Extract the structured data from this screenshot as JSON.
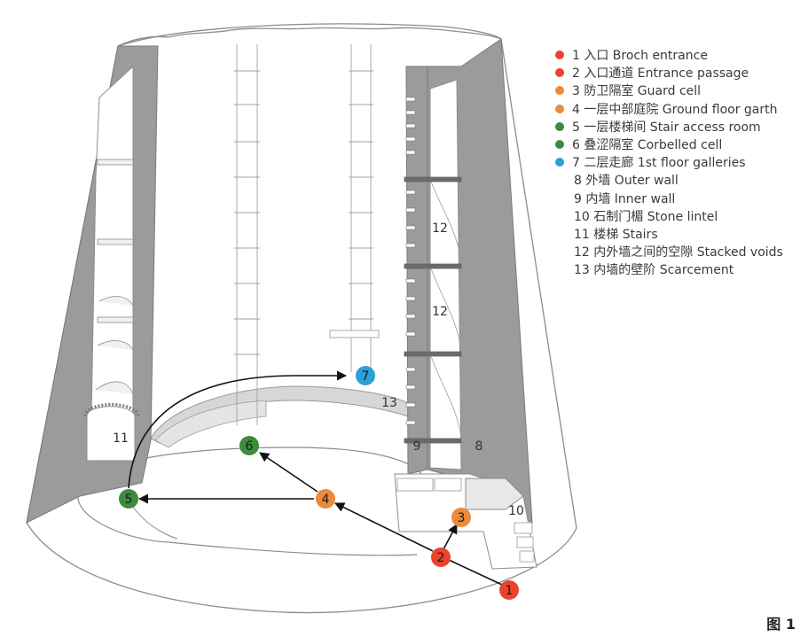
{
  "legend": [
    {
      "id": "1",
      "label": "1 入口 Broch entrance",
      "color": "#e8452c"
    },
    {
      "id": "2",
      "label": "2 入口通道 Entrance passage",
      "color": "#e8452c"
    },
    {
      "id": "3",
      "label": "3 防卫隔室 Guard cell",
      "color": "#ec8a3b"
    },
    {
      "id": "4",
      "label": "4 一层中部庭院 Ground floor garth",
      "color": "#ec8a3b"
    },
    {
      "id": "5",
      "label": "5 一层楼梯间 Stair access room",
      "color": "#3d8b3d"
    },
    {
      "id": "6",
      "label": "6 叠涩隔室 Corbelled cell",
      "color": "#3d8b3d"
    },
    {
      "id": "7",
      "label": "7 二层走廊 1st floor galleries",
      "color": "#2d9fd8"
    },
    {
      "id": "8",
      "label": "8 外墙 Outer wall",
      "color": null
    },
    {
      "id": "9",
      "label": "9 内墙 Inner wall",
      "color": null
    },
    {
      "id": "10",
      "label": "10 石制门楣 Stone lintel",
      "color": null
    },
    {
      "id": "11",
      "label": "11 楼梯  Stairs",
      "color": null
    },
    {
      "id": "12",
      "label": "12 内外墙之间的空隙 Stacked voids",
      "color": null
    },
    {
      "id": "13",
      "label": "13 内墙的壁阶 Scarcement",
      "color": null
    }
  ],
  "markers": {
    "m1": "1",
    "m2": "2",
    "m3": "3",
    "m4": "4",
    "m5": "5",
    "m6": "6",
    "m7": "7"
  },
  "labels": {
    "l8": "8",
    "l9": "9",
    "l10": "10",
    "l11": "11",
    "l12a": "12",
    "l12b": "12",
    "l13": "13"
  },
  "figure_label": "图 1",
  "colors": {
    "wall": "#9b9b9b",
    "wall_dark": "#8a8a8a",
    "outline": "#8c8c8c",
    "arrow": "#111111"
  }
}
